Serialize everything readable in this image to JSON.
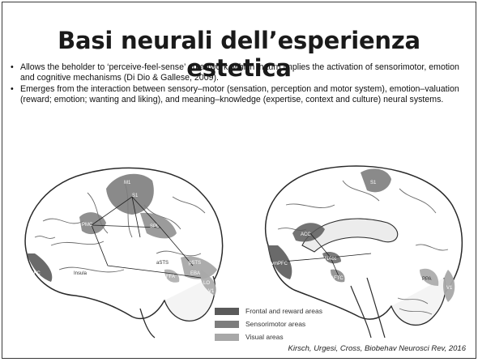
{
  "slide": {
    "title": "Basi neurali dell’esperienza estetica",
    "bullets": [
      "Allows the beholder to ‘perceive-feel-sense’ an artwork, which in turn implies the activation of sensorimotor, emotion and cognitive mechanisms (Di Dio & Gallese, 2009).",
      "Emerges from the interaction between sensory–motor (sensation, perception and motor system), emotion–valuation (reward; emotion; wanting and liking), and meaning–knowledge (expertise, context and culture) neural systems."
    ],
    "bullet_glyph": "•",
    "citation": "Kirsch, Urgesi, Cross, Biobehav Neurosci Rev, 2016"
  },
  "figure": {
    "lateral_labels": [
      "M1",
      "S1",
      "PMC",
      "SPL",
      "Insula",
      "OFC",
      "aSTS",
      "pSTS",
      "EBA",
      "LO",
      "FFA",
      "V1"
    ],
    "medial_labels": [
      "S1",
      "ACC",
      "vmPFC",
      "NAcc",
      "AFTC",
      "PPA",
      "V1"
    ],
    "legend": [
      {
        "label": "Frontal and reward areas",
        "color": "#5a5a5a"
      },
      {
        "label": "Sensorimotor areas",
        "color": "#7d7d7d"
      },
      {
        "label": "Visual areas",
        "color": "#a8a8a8"
      }
    ]
  }
}
